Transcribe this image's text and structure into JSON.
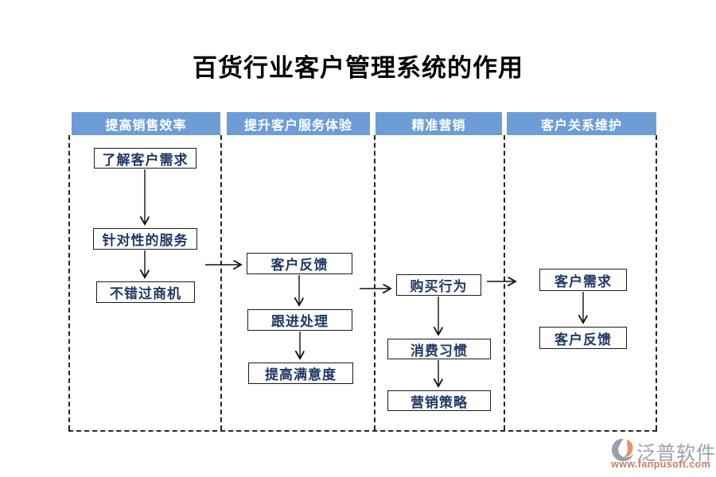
{
  "title": "百货行业客户管理系统的作用",
  "columns": [
    {
      "header": "提高销售效率",
      "boxes": [
        "了解客户需求",
        "针对性的服务",
        "不错过商机"
      ]
    },
    {
      "header": "提升客户服务体验",
      "boxes": [
        "客户反馈",
        "跟进处理",
        "提高满意度"
      ]
    },
    {
      "header": "精准营销",
      "boxes": [
        "购买行为",
        "消费习惯",
        "营销策略"
      ]
    },
    {
      "header": "客户关系维护",
      "boxes": [
        "客户需求",
        "客户反馈"
      ]
    }
  ],
  "watermark": {
    "brand": "泛普软件",
    "url": "www.fanpusoft.com"
  },
  "colors": {
    "header_bg": "#6D9DD6",
    "header_text": "#FFFFFF",
    "box_text": "#1F3864",
    "box_border": "#1B1B1B",
    "arrow": "#111111",
    "dash": "#222222",
    "brand_gray": "#98A2AE",
    "brand_orange": "#E8936E",
    "url_red": "#CF7A62"
  }
}
